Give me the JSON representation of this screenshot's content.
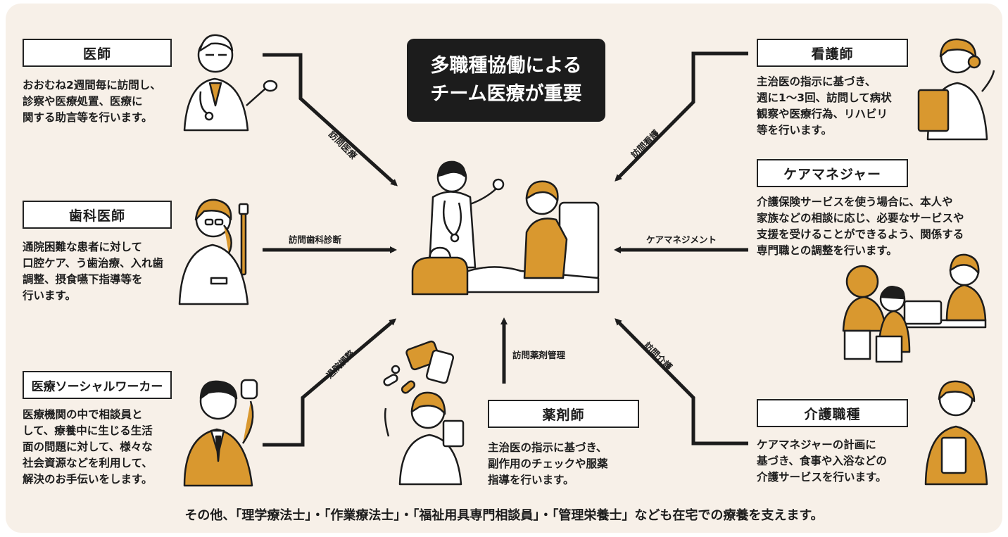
{
  "title": {
    "line1": "多職種協働による",
    "line2": "チーム医療が重要"
  },
  "roles": {
    "doctor": {
      "name": "医師",
      "desc": [
        "おおむね2週間毎に訪問し、",
        "診察や医療処置、医療に",
        "関する助言等を行います。"
      ]
    },
    "dentist": {
      "name": "歯科医師",
      "desc": [
        "通院困難な患者に対して",
        "口腔ケア、う歯治療、入れ歯",
        "調整、摂食嚥下指導等を",
        "行います。"
      ]
    },
    "social_worker": {
      "name": "医療ソーシャルワーカー",
      "desc": [
        "医療機関の中で相談員と",
        "して、療養中に生じる生活",
        "面の問題に対して、様々な",
        "社会資源などを利用して、",
        "解決のお手伝いをします。"
      ]
    },
    "pharmacist": {
      "name": "薬剤師",
      "desc": [
        "主治医の指示に基づき、",
        "副作用のチェックや服薬",
        "指導を行います。"
      ]
    },
    "nurse": {
      "name": "看護師",
      "desc": [
        "主治医の指示に基づき、",
        "週に1〜3回、訪問して病状",
        "観察や医療行為、リハビリ",
        "等を行います。"
      ]
    },
    "care_manager": {
      "name": "ケアマネジャー",
      "desc": [
        "介護保険サービスを使う場合に、本人や",
        "家族などの相談に応じ、必要なサービスや",
        "支援を受けることができるよう、関係する",
        "専門職との調整を行います。"
      ]
    },
    "care_worker": {
      "name": "介護職種",
      "desc": [
        "ケアマネジャーの計画に",
        "基づき、食事や入浴などの",
        "介護サービスを行います。"
      ]
    }
  },
  "connections": {
    "doctor": "訪問医療",
    "dentist": "訪問歯科診断",
    "social_worker": "退院調整",
    "pharmacist": "訪問薬剤管理",
    "nurse": "訪問看護",
    "care_manager": "ケアマネジメント",
    "care_worker": "訪問介護"
  },
  "footer": "その他、「理学療法士」・「作業療法士」・「福祉用具専門相談員」・「管理栄養士」なども在宅での療養を支えます。",
  "colors": {
    "background": "#f7f0e8",
    "accent": "#d9982f",
    "ink": "#1c1c1c"
  }
}
